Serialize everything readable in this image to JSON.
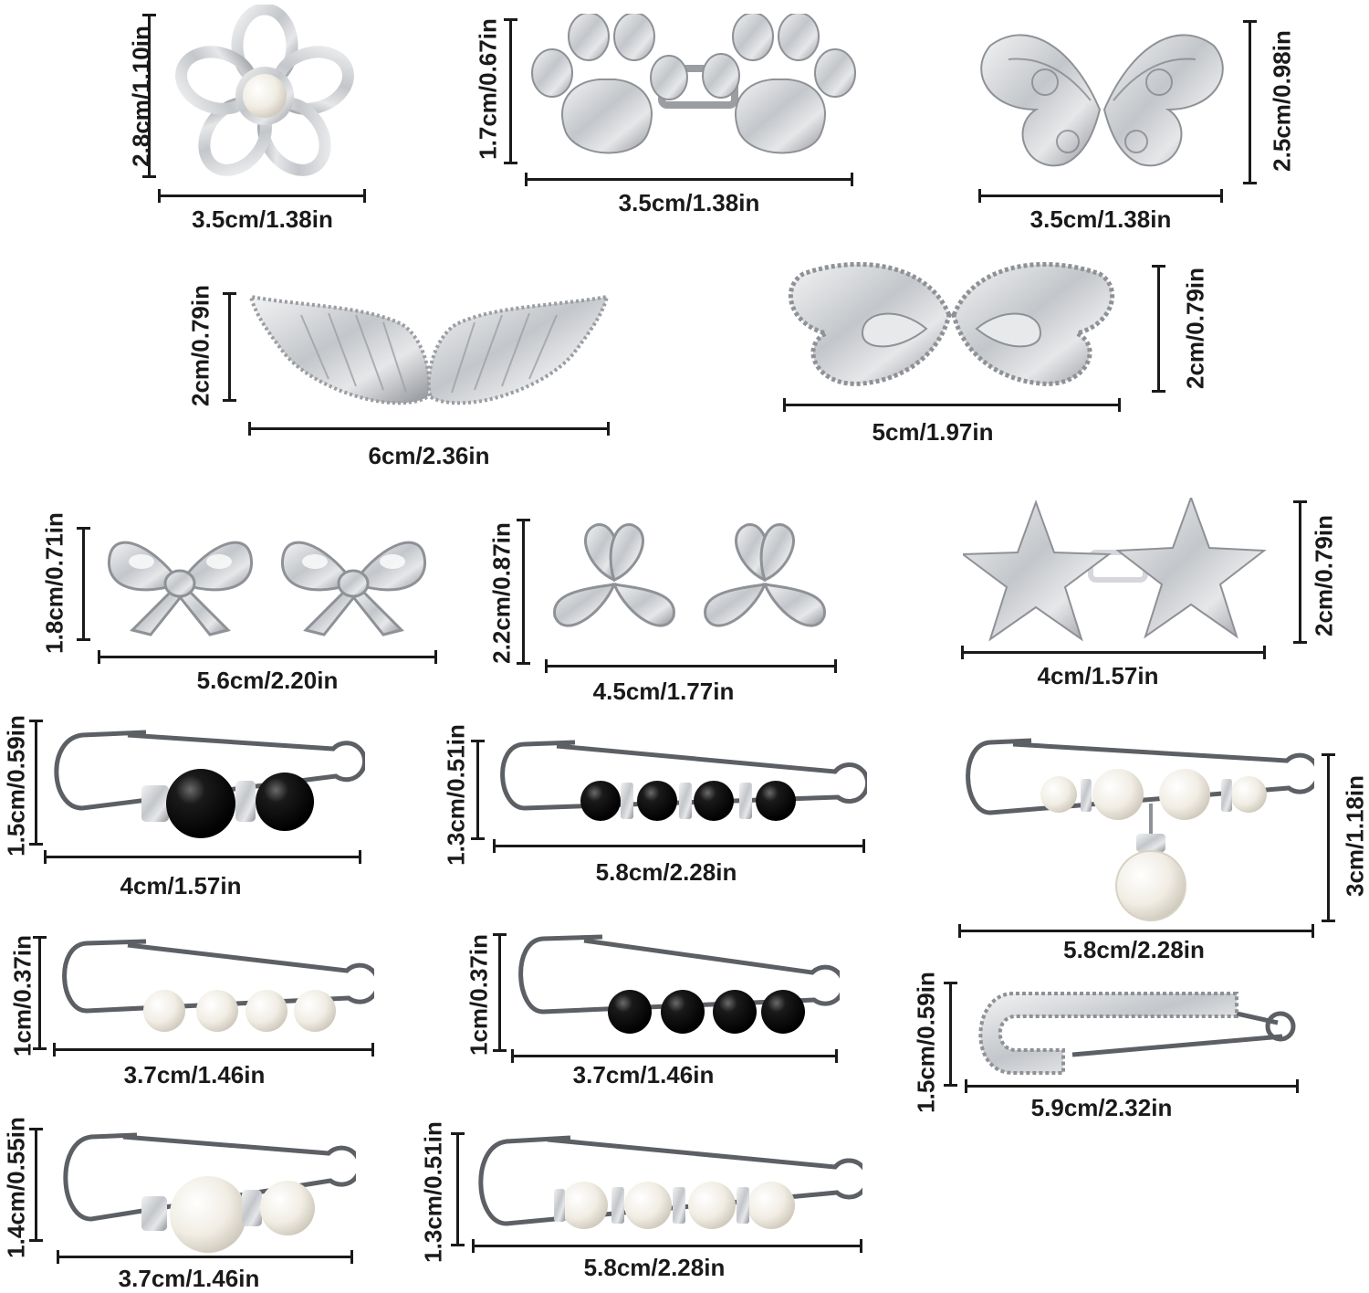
{
  "colors": {
    "metal": "#c8cacd",
    "metal_dark": "#8e9196",
    "pearl": "#f4f1ea",
    "black_bead": "#111111",
    "ink": "#1a1a1a"
  },
  "items": [
    {
      "name": "flower-pearl-clip",
      "width_label": "3.5cm/1.38in",
      "height_label": "2.8cm/1.10in"
    },
    {
      "name": "paw-print-clip",
      "width_label": "3.5cm/1.38in",
      "height_label": "1.7cm/0.67in"
    },
    {
      "name": "filigree-butterfly-clip",
      "width_label": "3.5cm/1.38in",
      "height_label": "2.5cm/0.98in"
    },
    {
      "name": "angel-wings-clip",
      "width_label": "6cm/2.36in",
      "height_label": "2cm/0.79in"
    },
    {
      "name": "rhinestone-butterfly-clip",
      "width_label": "5cm/1.97in",
      "height_label": "2cm/0.79in"
    },
    {
      "name": "bow-clip",
      "width_label": "5.6cm/2.20in",
      "height_label": "1.8cm/0.71in"
    },
    {
      "name": "clover-clip",
      "width_label": "4.5cm/1.77in",
      "height_label": "2.2cm/0.87in"
    },
    {
      "name": "star-clip",
      "width_label": "4cm/1.57in",
      "height_label": "2cm/0.79in"
    },
    {
      "name": "black-bead-pin-large",
      "width_label": "4cm/1.57in",
      "height_label": "1.5cm/0.59in"
    },
    {
      "name": "black-bead-pin-four",
      "width_label": "5.8cm/2.28in",
      "height_label": "1.3cm/0.51in"
    },
    {
      "name": "pearl-charm-pin",
      "width_label": "5.8cm/2.28in",
      "height_label": "3cm/1.18in"
    },
    {
      "name": "pearl-pin-small",
      "width_label": "3.7cm/1.46in",
      "height_label": "1cm/0.37in"
    },
    {
      "name": "black-bead-pin-small",
      "width_label": "3.7cm/1.46in",
      "height_label": "1cm/0.37in"
    },
    {
      "name": "rhinestone-pin",
      "width_label": "5.9cm/2.32in",
      "height_label": "1.5cm/0.59in"
    },
    {
      "name": "pearl-pin-large",
      "width_label": "3.7cm/1.46in",
      "height_label": "1.4cm/0.55in"
    },
    {
      "name": "pearl-pin-four",
      "width_label": "5.8cm/2.28in",
      "height_label": "1.3cm/0.51in"
    }
  ]
}
